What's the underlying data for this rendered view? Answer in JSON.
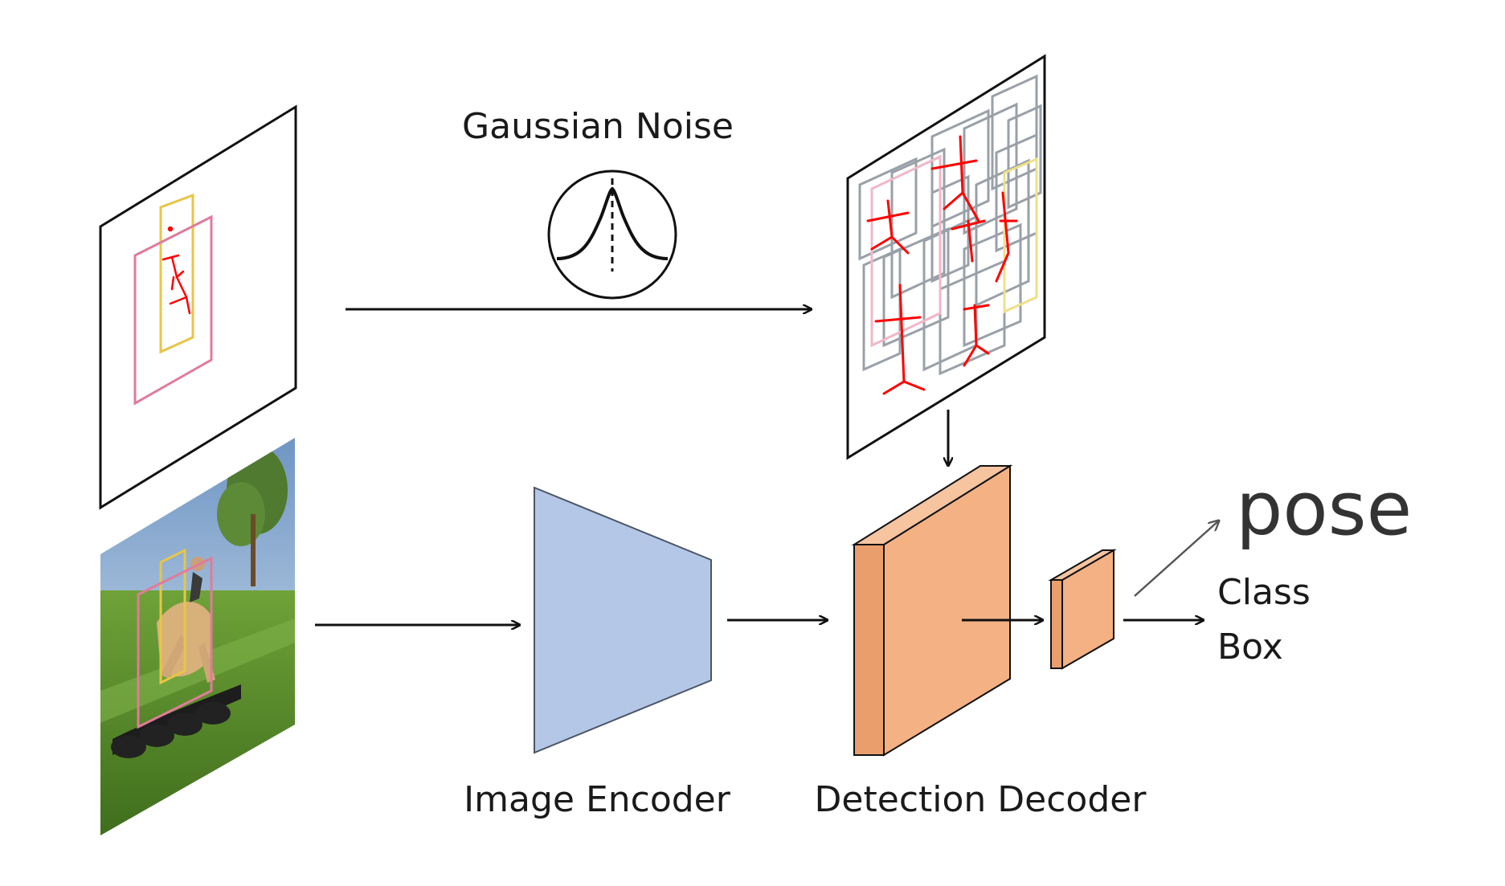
{
  "labels": {
    "gaussian_noise": "Gaussian Noise",
    "image_encoder": "Image Encoder",
    "detection_decoder": "Detection Decoder",
    "pose": "pose",
    "class": "Class",
    "box": "Box"
  },
  "colors": {
    "encoder_fill": "#b4c7e7",
    "decoder_fill": "#f4b183",
    "box_yellow": "#e8c547",
    "box_pink": "#e07b9a",
    "keypoint_red": "#ff0000",
    "noise_box_gray": "#9aa0a8"
  },
  "icons": {
    "gaussian": "gaussian-curve-icon",
    "photo": "horse-rider-photo"
  }
}
